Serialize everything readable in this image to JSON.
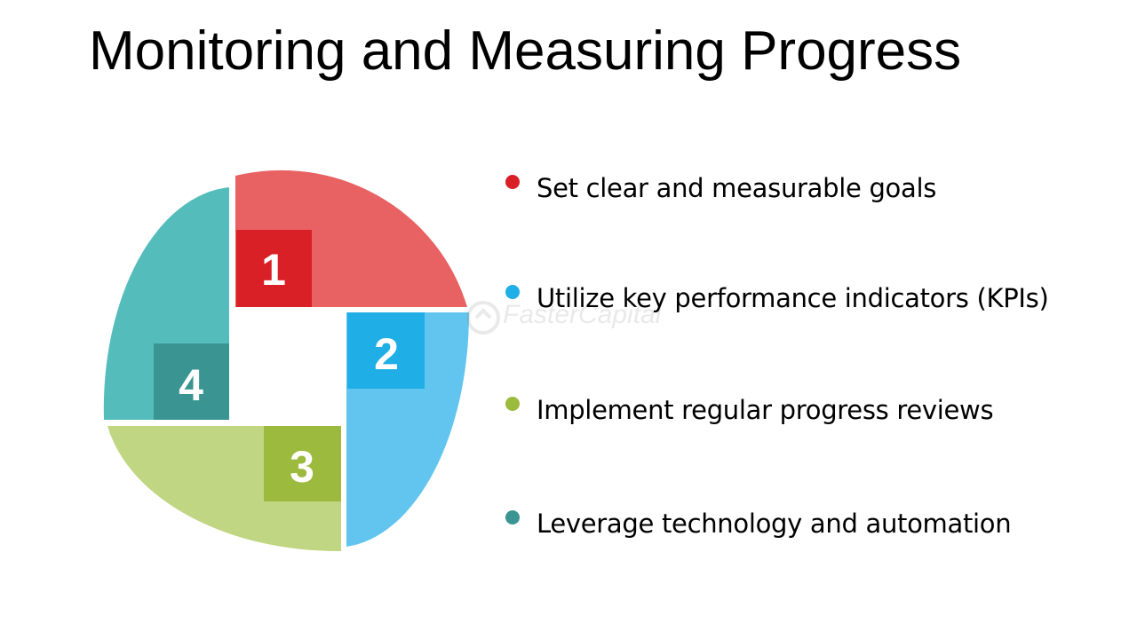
{
  "title": "Monitoring and Measuring Progress",
  "quadrants": [
    {
      "number": "1",
      "color": "#e86163",
      "accent": "#d92027"
    },
    {
      "number": "2",
      "color": "#62c5ef",
      "accent": "#1faee5"
    },
    {
      "number": "3",
      "color": "#c0d682",
      "accent": "#9cba3d"
    },
    {
      "number": "4",
      "color": "#55bcbc",
      "accent": "#3a9592"
    }
  ],
  "legend": [
    {
      "label": "Set clear and measurable goals",
      "color": "#d92027"
    },
    {
      "label": "Utilize key performance indicators (KPIs)",
      "color": "#1faee5"
    },
    {
      "label": "Implement regular progress reviews",
      "color": "#9cba3d"
    },
    {
      "label": "Leverage technology and automation",
      "color": "#3a9592"
    }
  ],
  "watermark": "FasterCapital"
}
